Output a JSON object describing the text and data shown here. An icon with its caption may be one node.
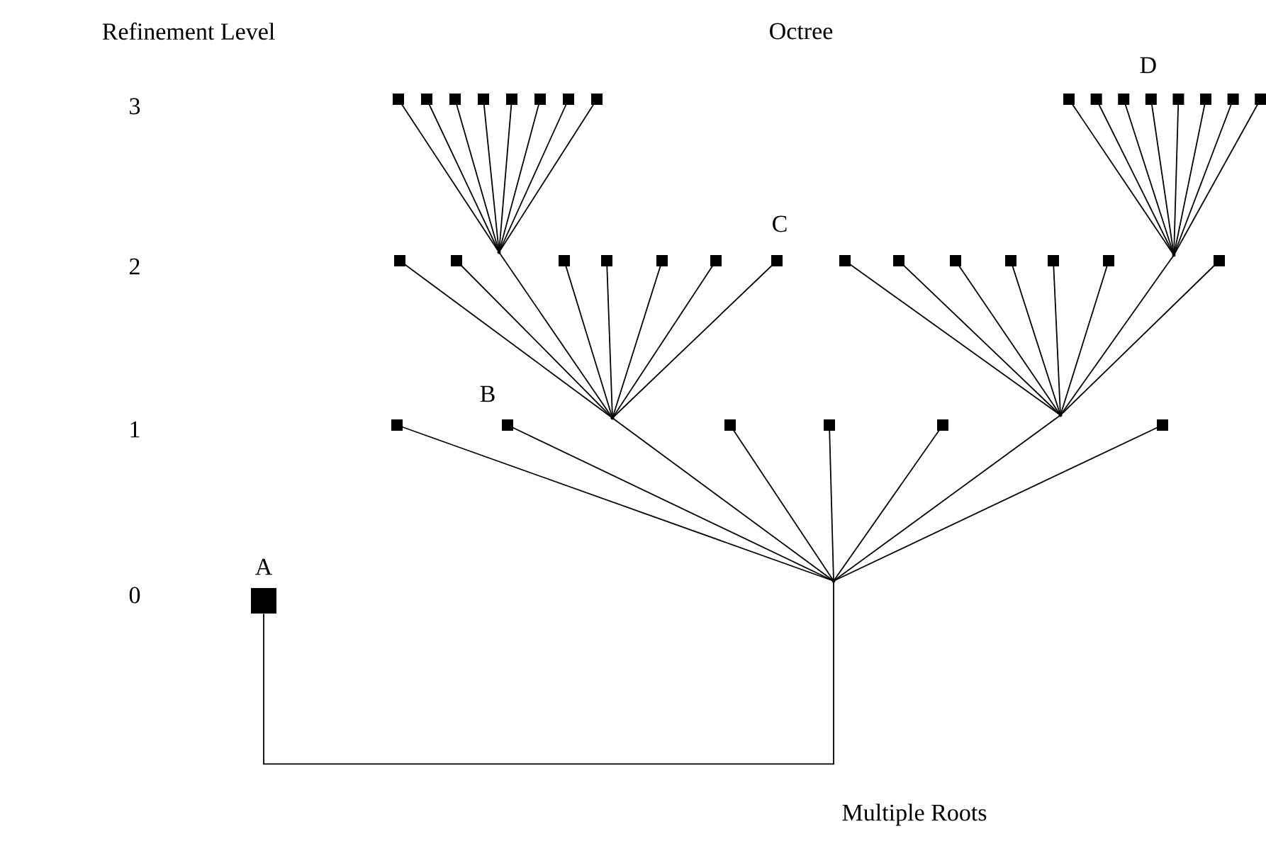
{
  "diagram": {
    "nodes": [
      {
        "text": [],
        "shape": "box",
        "beside": [
          "A"
        ]
      },
      {
        "text": [],
        "shape": "dot"
      },
      {
        "text": [],
        "shape": "box"
      },
      {
        "text": [],
        "shape": "box",
        "beside": [
          "B"
        ]
      },
      {
        "text": [],
        "shape": "dot"
      },
      {
        "text": [],
        "shape": "box"
      },
      {
        "text": [],
        "shape": "box"
      },
      {
        "text": [],
        "shape": "box"
      },
      {
        "text": [],
        "shape": "dot"
      },
      {
        "text": [],
        "shape": "box"
      },
      {
        "text": [],
        "shape": "box"
      },
      {
        "text": [],
        "shape": "box"
      },
      {
        "text": [],
        "shape": "dot"
      },
      {
        "text": [],
        "shape": "box"
      },
      {
        "text": [],
        "shape": "box"
      },
      {
        "text": [],
        "shape": "box"
      },
      {
        "text": [],
        "shape": "box"
      },
      {
        "text": [],
        "shape": "box",
        "beside": [
          "C"
        ]
      },
      {
        "text": [],
        "shape": "box"
      },
      {
        "text": [],
        "shape": "box"
      },
      {
        "text": [],
        "shape": "box"
      },
      {
        "text": [],
        "shape": "box"
      },
      {
        "text": [],
        "shape": "box"
      },
      {
        "text": [],
        "shape": "box"
      },
      {
        "text": [],
        "shape": "dot"
      },
      {
        "text": [],
        "shape": "box"
      },
      {
        "text": [],
        "shape": "box"
      },
      {
        "text": [],
        "shape": "box"
      },
      {
        "text": [],
        "shape": "box"
      },
      {
        "text": [],
        "shape": "box"
      },
      {
        "text": [],
        "shape": "box"
      },
      {
        "text": [],
        "shape": "box"
      },
      {
        "text": [],
        "shape": "box"
      },
      {
        "text": [],
        "shape": "box"
      },
      {
        "text": [],
        "shape": "box"
      },
      {
        "text": [],
        "shape": "box"
      },
      {
        "text": [],
        "shape": "box"
      },
      {
        "text": [],
        "shape": "box",
        "beside": [
          "D"
        ]
      },
      {
        "text": [],
        "shape": "box"
      },
      {
        "text": [],
        "shape": "box"
      },
      {
        "text": [],
        "shape": "box"
      },
      {
        "text": [],
        "shape": "box"
      }
    ],
    "edges": [
      {
        "from": 0,
        "to": 1,
        "arrow": "none"
      },
      {
        "from": 1,
        "to": 2,
        "arrow": "none"
      },
      {
        "from": 1,
        "to": 3,
        "arrow": "none"
      },
      {
        "from": 1,
        "to": 4,
        "arrow": "none"
      },
      {
        "from": 1,
        "to": 5,
        "arrow": "none"
      },
      {
        "from": 1,
        "to": 6,
        "arrow": "none"
      },
      {
        "from": 1,
        "to": 7,
        "arrow": "none"
      },
      {
        "from": 1,
        "to": 8,
        "arrow": "none"
      },
      {
        "from": 1,
        "to": 9,
        "arrow": "none"
      },
      {
        "from": 4,
        "to": 10,
        "arrow": "none"
      },
      {
        "from": 4,
        "to": 11,
        "arrow": "none"
      },
      {
        "from": 4,
        "to": 12,
        "arrow": "none"
      },
      {
        "from": 4,
        "to": 13,
        "arrow": "none"
      },
      {
        "from": 4,
        "to": 14,
        "arrow": "none"
      },
      {
        "from": 4,
        "to": 15,
        "arrow": "none"
      },
      {
        "from": 4,
        "to": 16,
        "arrow": "none"
      },
      {
        "from": 4,
        "to": 17,
        "arrow": "none"
      },
      {
        "from": 8,
        "to": 18,
        "arrow": "none"
      },
      {
        "from": 8,
        "to": 19,
        "arrow": "none"
      },
      {
        "from": 8,
        "to": 20,
        "arrow": "none"
      },
      {
        "from": 8,
        "to": 21,
        "arrow": "none"
      },
      {
        "from": 8,
        "to": 22,
        "arrow": "none"
      },
      {
        "from": 8,
        "to": 23,
        "arrow": "none"
      },
      {
        "from": 8,
        "to": 24,
        "arrow": "none"
      },
      {
        "from": 8,
        "to": 25,
        "arrow": "none"
      },
      {
        "from": 12,
        "to": 26,
        "arrow": "none"
      },
      {
        "from": 12,
        "to": 27,
        "arrow": "none"
      },
      {
        "from": 12,
        "to": 28,
        "arrow": "none"
      },
      {
        "from": 12,
        "to": 29,
        "arrow": "none"
      },
      {
        "from": 12,
        "to": 30,
        "arrow": "none"
      },
      {
        "from": 12,
        "to": 31,
        "arrow": "none"
      },
      {
        "from": 12,
        "to": 32,
        "arrow": "none"
      },
      {
        "from": 12,
        "to": 33,
        "arrow": "none"
      },
      {
        "from": 24,
        "to": 34,
        "arrow": "none"
      },
      {
        "from": 24,
        "to": 35,
        "arrow": "none"
      },
      {
        "from": 24,
        "to": 36,
        "arrow": "none"
      },
      {
        "from": 24,
        "to": 37,
        "arrow": "none"
      },
      {
        "from": 24,
        "to": 38,
        "arrow": "none"
      },
      {
        "from": 24,
        "to": 39,
        "arrow": "none"
      },
      {
        "from": 24,
        "to": 40,
        "arrow": "none"
      },
      {
        "from": 24,
        "to": 41,
        "arrow": "none"
      }
    ],
    "labels": [
      "Refinement Level",
      "Octree",
      "3",
      "2",
      "1",
      "0",
      "Multiple Roots"
    ]
  }
}
